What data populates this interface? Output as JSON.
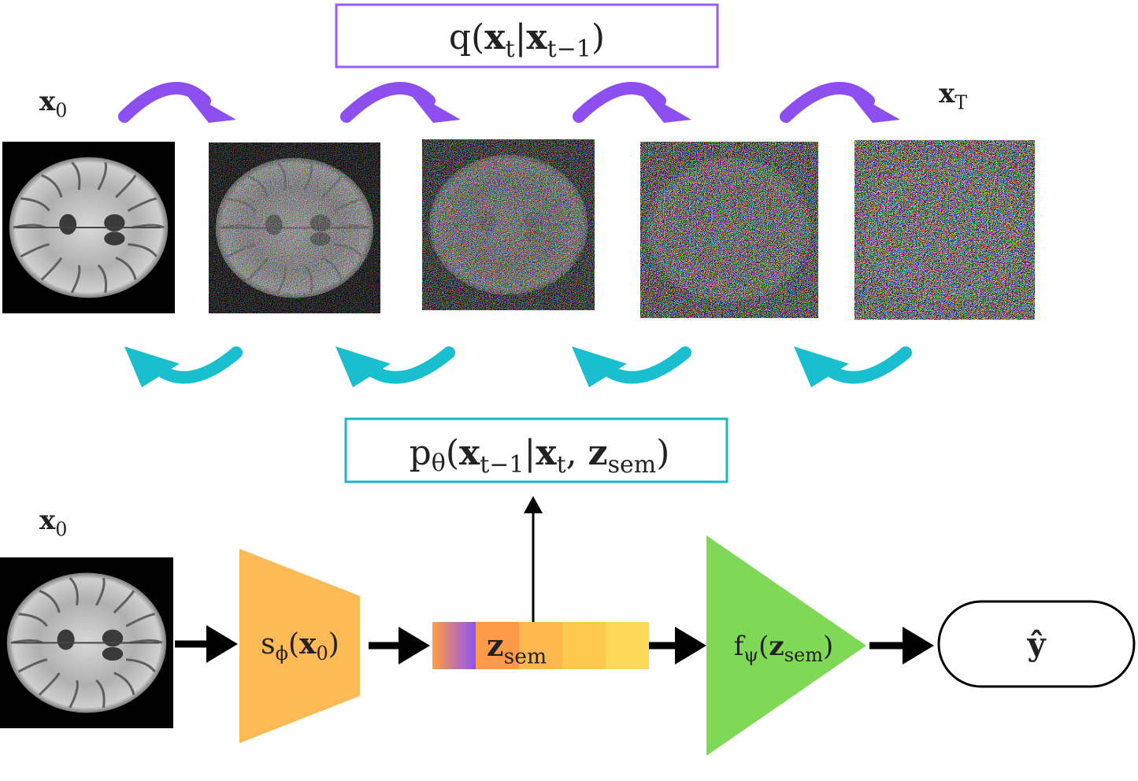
{
  "colors": {
    "forward_arrow": "#8e4ff0",
    "reverse_arrow": "#1abfcf",
    "forward_box": "#9a5cf2",
    "reverse_box": "#1bb7c4",
    "encoder": "#ffb955",
    "classifier": "#7fd957",
    "latent_segments": [
      "#ff9a4a",
      "#ffb84d",
      "#ffc94f",
      "#ffd95a",
      "#ffb955"
    ],
    "latent_gradient_start": "#ff9f43",
    "latent_gradient_end": "#8b52f5",
    "brain_bg": "#000000"
  },
  "labels": {
    "x0_top": {
      "var": "x",
      "sub": "0"
    },
    "xT": {
      "var": "x",
      "sub": "T"
    },
    "x0_bottom": {
      "var": "x",
      "sub": "0"
    }
  },
  "forward_process": {
    "func": "q",
    "arg1": {
      "var": "x",
      "sub": "t"
    },
    "bar": "|",
    "arg2": {
      "var": "x",
      "sub": "t−1"
    }
  },
  "reverse_process": {
    "func": "p",
    "func_sub": "θ",
    "arg1": {
      "var": "x",
      "sub": "t−1"
    },
    "bar": "|",
    "arg2": {
      "var": "x",
      "sub": "t"
    },
    "comma": ",",
    "arg3": {
      "var": "z",
      "sub": "sem"
    }
  },
  "encoder": {
    "func": "s",
    "func_sub": "ϕ",
    "arg": {
      "var": "x",
      "sub": "0"
    }
  },
  "latent": {
    "var": "z",
    "sub": "sem"
  },
  "classifier": {
    "func": "f",
    "func_sub": "ψ",
    "arg": {
      "var": "z",
      "sub": "sem"
    }
  },
  "output": {
    "symbol": "ŷ"
  },
  "noise_levels": [
    0,
    0.35,
    0.6,
    0.85,
    1.0
  ]
}
